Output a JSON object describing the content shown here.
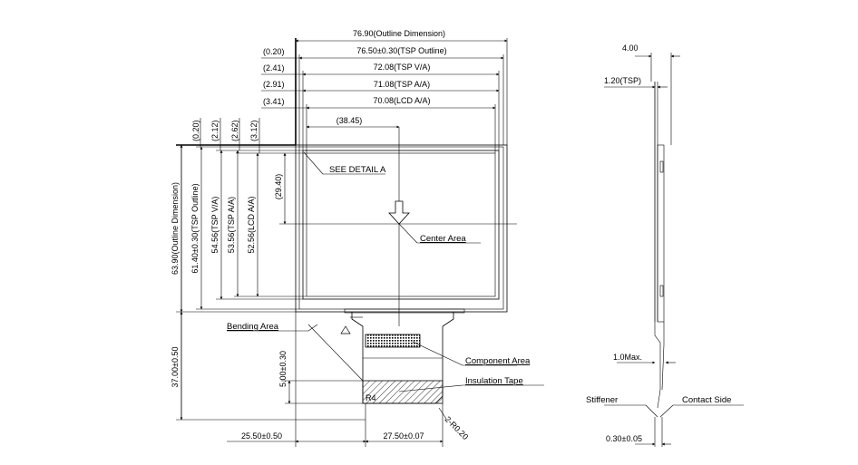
{
  "front_view": {
    "top_dims": {
      "outline": "76.90(Outline Dimension)",
      "tsp_outline": "76.50±0.30(TSP Outline)",
      "tsp_va": "72.08(TSP V/A)",
      "tsp_aa": "71.08(TSP A/A)",
      "lcd_aa": "70.08(LCD A/A)",
      "center_x": "(38.45)"
    },
    "left_offsets": [
      "(0.20)",
      "(2.41)",
      "(2.91)",
      "(3.41)"
    ],
    "top_offsets": [
      "(0.20)",
      "(2.12)",
      "(2.62)",
      "(3.12)"
    ],
    "vertical_dims": {
      "outline": "63.90(Outline Dimension)",
      "tsp_outline": "61.40±0.30(TSP Outline)",
      "tsp_va": "54.56(TSP V/A)",
      "tsp_aa": "53.56(TSP A/A)",
      "lcd_aa": "52.56(LCD A/A)",
      "center_y": "(29.40)",
      "tail": "37.00±0.50",
      "tail_sub": "5.00±0.30"
    },
    "bottom_dims": {
      "left": "25.50±0.50",
      "width": "27.50±0.07",
      "radius": "2-R0.20"
    },
    "labels": {
      "detail": "SEE DETAIL A",
      "center": "Center Area",
      "bending": "Bending Area",
      "component": "Component Area",
      "insulation": "Insulation Tape",
      "small_mark": "R4"
    }
  },
  "side_view": {
    "thickness": "4.00",
    "tsp": "1.20(TSP)",
    "max": "1.0Max.",
    "stiffener": "Stiffener",
    "contact": "Contact Side",
    "bottom": "0.30±0.05"
  }
}
